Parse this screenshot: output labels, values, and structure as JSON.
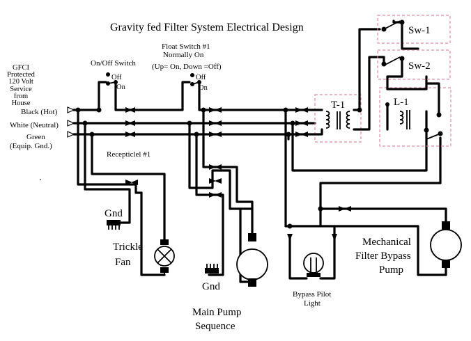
{
  "title": "Gravity fed Filter System Electrical Design",
  "source": {
    "line1": "GFCI",
    "line2": "Protected",
    "line3": "120 Volt",
    "line4": "Service",
    "line5": "from",
    "line6": "House"
  },
  "wires": {
    "black": "Black (Hot)",
    "white": "White (Neutral)",
    "green": "Green",
    "green_sub": "(Equip. Gnd.)"
  },
  "onoff_switch": {
    "title": "On/Off Switch",
    "off": "Off",
    "on": "On"
  },
  "float_switch": {
    "title": "Float Switch #1",
    "subtitle": "Normally On",
    "note": "(Up= On, Down =Off)",
    "off": "Off",
    "on": "On"
  },
  "receptacle": "Recepticlel #1",
  "gnd1": "Gnd",
  "gnd2": "Gnd",
  "fan": {
    "line1": "Trickle",
    "line2": "Fan"
  },
  "main_pump": {
    "line1": "Main Pump",
    "line2": "Sequence"
  },
  "pilot": {
    "line1": "Bypass Pilot",
    "line2": "Light"
  },
  "bypass_pump": {
    "line1": "Mechanical",
    "line2": "Filter Bypass",
    "line3": "Pump"
  },
  "t1": "T-1",
  "l1": "L-1",
  "sw1": "Sw-1",
  "sw2": "Sw-2"
}
